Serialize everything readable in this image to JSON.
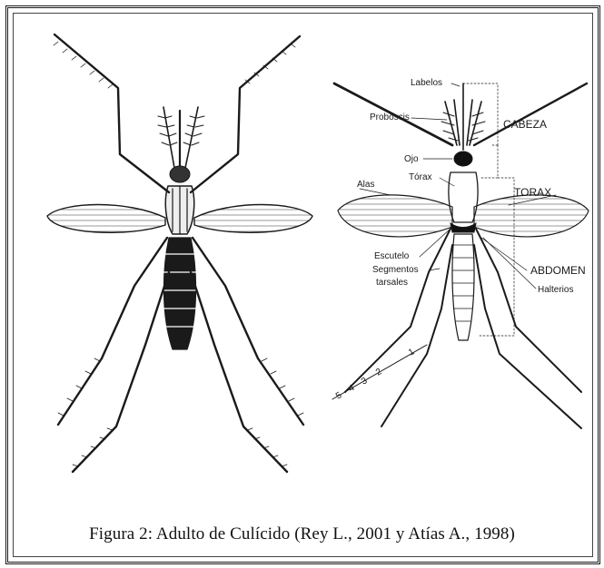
{
  "caption": "Figura 2: Adulto de Culícido (Rey L., 2001 y Atías A., 1998)",
  "labels": {
    "labelos": "Labelos",
    "proboscis": "Proboscis",
    "cabeza": "CABEZA",
    "ojo": "Ojo",
    "torax_small": "Tórax",
    "alas": "Alas",
    "torax": "TORAX",
    "escutelo": "Escutelo",
    "segmentos": "Segmentos",
    "tarsales": "tarsales",
    "abdomen": "ABDOMEN",
    "halterios": "Halterios",
    "n5": "5",
    "n4": "4",
    "n3": "3",
    "n2": "2",
    "n1": "1"
  },
  "colors": {
    "ink": "#1a1a1a",
    "paper": "#ffffff"
  }
}
